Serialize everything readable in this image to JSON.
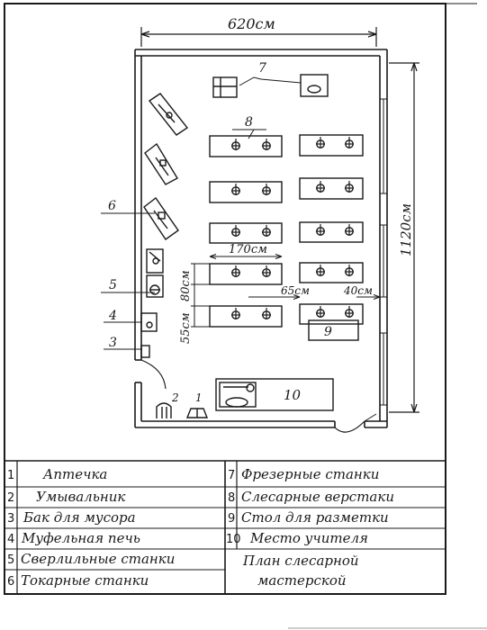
{
  "plan": {
    "width_label": "620см",
    "length_label": "1120см",
    "bench_width_label": "170см",
    "bench_depth_label": "80см",
    "aisle_label": "55см",
    "gap_label": "65см",
    "wall_gap_label": "40см"
  },
  "callouts": {
    "c1": "1",
    "c2": "2",
    "c3": "3",
    "c4": "4",
    "c5": "5",
    "c6": "6",
    "c7": "7",
    "c8": "8",
    "c9": "9",
    "c10": "10"
  },
  "legend": {
    "items": [
      {
        "num": "1",
        "label": "Аптечка"
      },
      {
        "num": "2",
        "label": "Умывальник"
      },
      {
        "num": "3",
        "label": "Бак для мусора"
      },
      {
        "num": "4",
        "label": "Муфельная печь"
      },
      {
        "num": "5",
        "label": "Сверлильные станки"
      },
      {
        "num": "6",
        "label": "Токарные станки"
      },
      {
        "num": "7",
        "label": "Фрезерные станки"
      },
      {
        "num": "8",
        "label": "Слесарные верстаки"
      },
      {
        "num": "9",
        "label": "Стол для разметки"
      },
      {
        "num": "10",
        "label": "Место учителя"
      }
    ],
    "caption_line1": "План слесарной",
    "caption_line2": "мастерской"
  }
}
